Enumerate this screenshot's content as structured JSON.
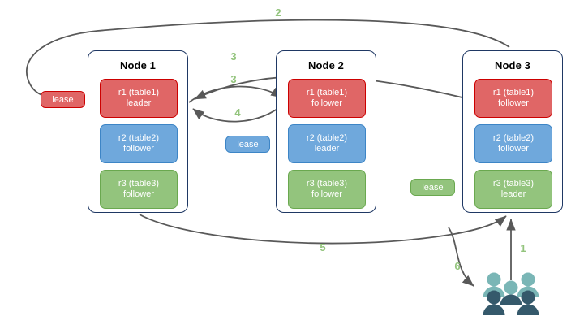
{
  "diagram": {
    "title": "Distributed database lease and replica routing diagram",
    "colors": {
      "red_fill": "#e06666",
      "red_stroke": "#cc0000",
      "blue_fill": "#6fa8dc",
      "blue_stroke": "#3d85c6",
      "green_fill": "#93c47d",
      "green_stroke": "#6aa84f",
      "node_border": "#1f3864",
      "arrow": "#595959",
      "label": "#93c47d",
      "people_light": "#7ab6b6",
      "people_dark": "#35596b"
    }
  },
  "nodes": [
    {
      "id": "node-1",
      "title": "Node 1",
      "replicas": [
        {
          "id": "n1-r1",
          "line1": "r1 (table1)",
          "line2": "leader",
          "color": "red"
        },
        {
          "id": "n1-r2",
          "line1": "r2 (table2)",
          "line2": "follower",
          "color": "blue"
        },
        {
          "id": "n1-r3",
          "line1": "r3 (table3)",
          "line2": "follower",
          "color": "green"
        }
      ]
    },
    {
      "id": "node-2",
      "title": "Node 2",
      "replicas": [
        {
          "id": "n2-r1",
          "line1": "r1 (table1)",
          "line2": "follower",
          "color": "red"
        },
        {
          "id": "n2-r2",
          "line1": "r2 (table2)",
          "line2": "leader",
          "color": "blue"
        },
        {
          "id": "n2-r3",
          "line1": "r3 (table3)",
          "line2": "follower",
          "color": "green"
        }
      ]
    },
    {
      "id": "node-3",
      "title": "Node 3",
      "replicas": [
        {
          "id": "n3-r1",
          "line1": "r1 (table1)",
          "line2": "follower",
          "color": "red"
        },
        {
          "id": "n3-r2",
          "line1": "r2 (table2)",
          "line2": "follower",
          "color": "blue"
        },
        {
          "id": "n3-r3",
          "line1": "r3 (table3)",
          "line2": "leader",
          "color": "green"
        }
      ]
    }
  ],
  "leases": [
    {
      "id": "lease-table1",
      "label": "lease",
      "color": "red"
    },
    {
      "id": "lease-table2",
      "label": "lease",
      "color": "blue"
    },
    {
      "id": "lease-table3",
      "label": "lease",
      "color": "green"
    }
  ],
  "edge_labels": [
    {
      "id": "edge-label-1",
      "text": "1"
    },
    {
      "id": "edge-label-2",
      "text": "2"
    },
    {
      "id": "edge-label-3a",
      "text": "3"
    },
    {
      "id": "edge-label-3b",
      "text": "3"
    },
    {
      "id": "edge-label-4",
      "text": "4"
    },
    {
      "id": "edge-label-5",
      "text": "5"
    },
    {
      "id": "edge-label-6",
      "text": "6"
    }
  ],
  "actors": {
    "clients_icon": "people-group-icon"
  }
}
